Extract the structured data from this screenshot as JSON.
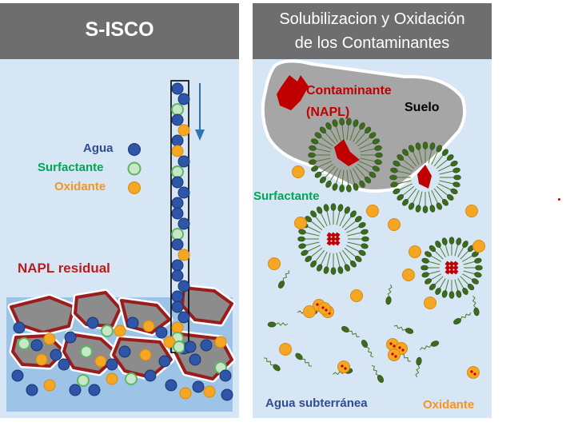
{
  "left_panel": {
    "title": "S-ISCO",
    "legend": {
      "water": "Agua",
      "surfactant": "Surfactante",
      "oxidant": "Oxidante"
    },
    "napl_label": "NAPL residual"
  },
  "right_panel": {
    "title_line1": "Solubilizacion y Oxidación",
    "title_line2": "de los Contaminantes",
    "contaminant_label_line1": "Contaminante",
    "contaminant_label_line2": "(NAPL)",
    "soil_label": "Suelo",
    "surfactant_label": "Surfactante",
    "groundwater_label": "Agua subterránea",
    "oxidant_label": "Oxidante"
  },
  "colors": {
    "panel_bg": "#d6e6f5",
    "header_bg": "#6e6e6e",
    "water": "#2e55a8",
    "surfactant_ring": "#6cc24a",
    "oxidant": "#f5a623",
    "napl": "#c00000",
    "soil": "#9e9e9e",
    "label_blue": "#2f4d8f",
    "label_green": "#00a651",
    "label_orange": "#f7941d",
    "label_red": "#b81d1d",
    "micelle_green": "#3d6b1e"
  }
}
